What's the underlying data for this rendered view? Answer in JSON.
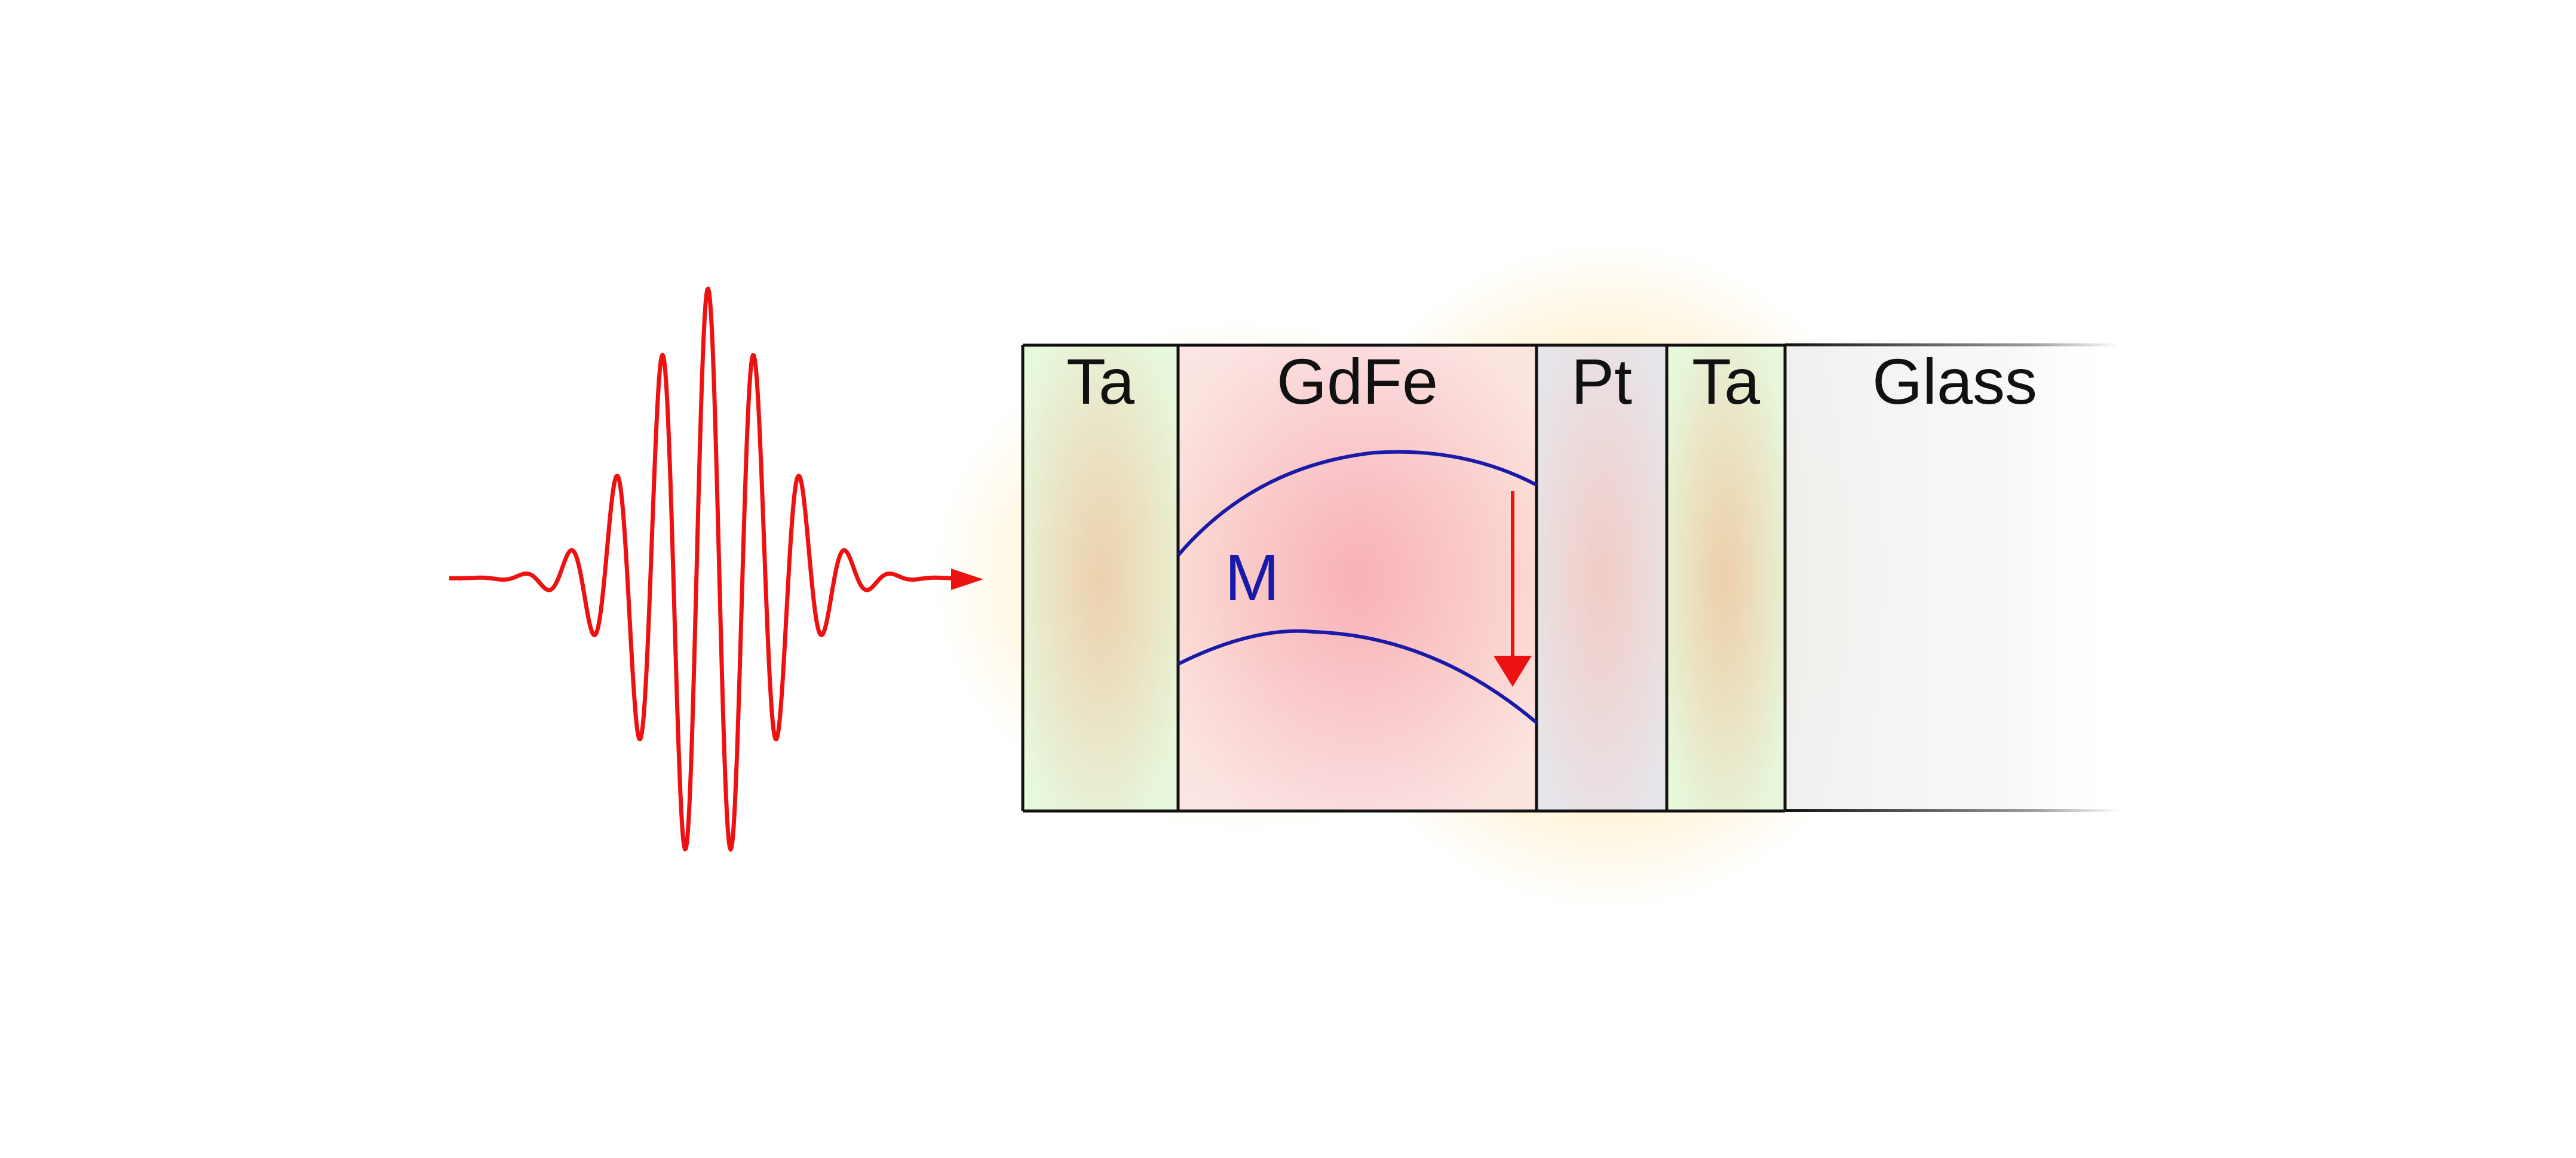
{
  "layers": [
    {
      "label": "Ta",
      "material": "tantalum"
    },
    {
      "label": "GdFe",
      "material": "gadolinium-iron"
    },
    {
      "label": "Pt",
      "material": "platinum"
    },
    {
      "label": "Ta",
      "material": "tantalum"
    },
    {
      "label": "Glass",
      "material": "glass"
    }
  ],
  "magnetization_label": "M",
  "colors": {
    "pulse": "#ee1111",
    "magnetization": "#1a1aa8",
    "outline": "#111111",
    "ta_fill": "#e4f6d8",
    "gdfe_fill": "#fbdede",
    "pt_fill": "#e6e6ea",
    "glass_fill": "#f4f4f4",
    "heat_glow": "#ffd24a"
  },
  "icons": {
    "laser_pulse": "laser-pulse-wave-icon",
    "pulse_direction": "arrow-right-icon",
    "spin_current": "arrow-down-icon"
  }
}
